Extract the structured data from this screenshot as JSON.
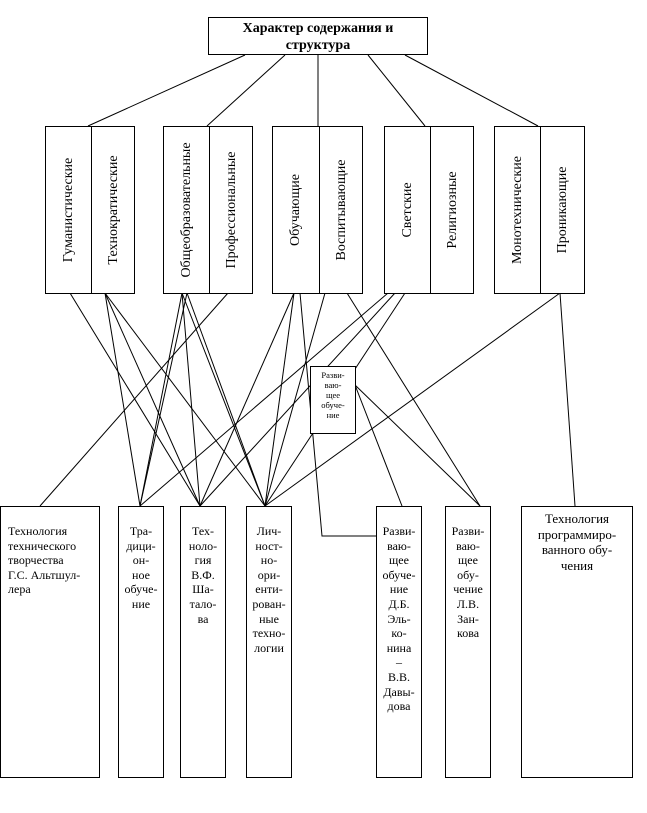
{
  "title": "Характер содержания и структура",
  "category_groups": [
    {
      "left": "Гуманистические",
      "right": "Технократические"
    },
    {
      "left": "Общеобразовательные",
      "right": "Профессиональные"
    },
    {
      "left": "Обучающие",
      "right": "Воспитывающие"
    },
    {
      "left": "Светские",
      "right": "Религиозные"
    },
    {
      "left": "Монотехнические",
      "right": "Проникающие"
    }
  ],
  "middle_box": "Разви-\nваю-\nщее\nобуче-\nние",
  "technologies": [
    "Технология\nтехнического\nтворчества\nГ.С.  Альтшул-\nлера",
    "Тра-\nдици-\nон-\nное\nобуче-\nние",
    "Тех-\nноло-\nгия\nВ.Ф.\nШа-\nтало-\nва",
    "Лич-\nност-\nно-\nори-\nенти-\nрован-\nные\nтехно-\nлогии",
    "Разви-\nваю-\nщее\nобуче-\nние\nД.Б.\nЭль-\nко-\nнина\n–\nВ.В.\nДавы-\nдова",
    "Разви-\nваю-\nщее\nобу-\nчение\nЛ.В.\nЗан-\nкова",
    "Технология\nпрограммиро-\nванного обу-\nчения"
  ]
}
